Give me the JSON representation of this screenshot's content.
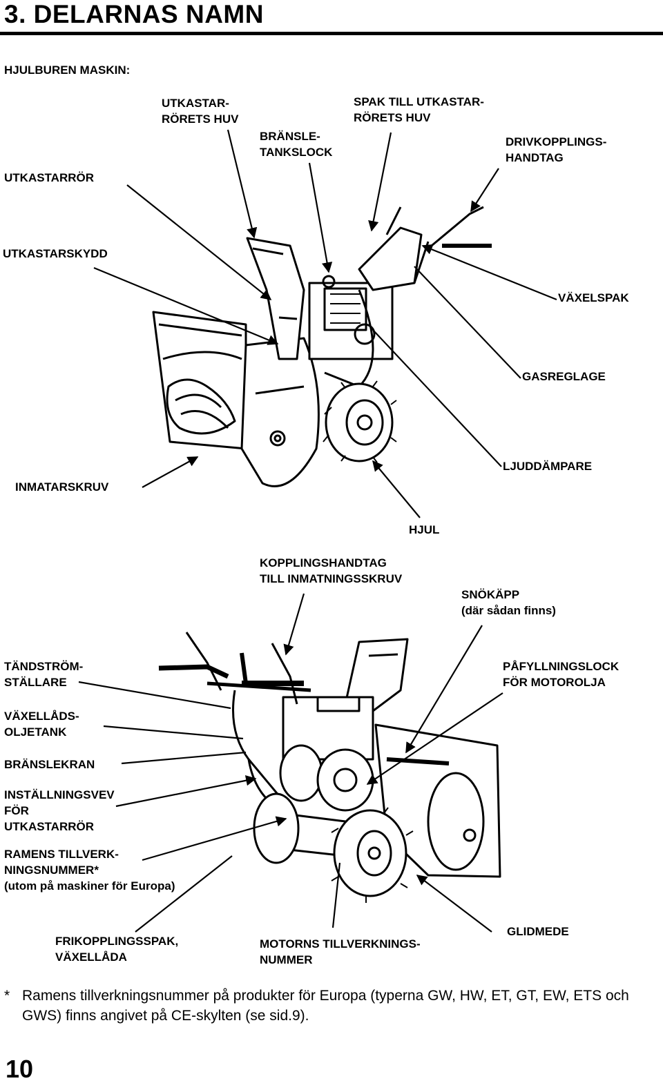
{
  "heading": "3. DELARNAS NAMN",
  "section_wheeled": "HJULBUREN MASKIN:",
  "labels_top": {
    "utkastarror": "UTKASTARRÖR",
    "huv_1": "UTKASTAR-",
    "huv_2": "RÖRETS HUV",
    "bransle_1": "BRÄNSLE-",
    "bransle_2": "TANKSLOCK",
    "spak_1": "SPAK TILL UTKASTAR-",
    "spak_2": "RÖRETS HUV",
    "driv_1": "DRIVKOPPLINGS-",
    "driv_2": "HANDTAG",
    "utkastarskydd": "UTKASTARSKYDD",
    "vaxelspak": "VÄXELSPAK",
    "gasreglage": "GASREGLAGE",
    "ljuddampare": "LJUDDÄMPARE",
    "inmatarskruv": "INMATARSKRUV",
    "hjul": "HJUL"
  },
  "labels_bottom": {
    "koppl_1": "KOPPLINGSHANDTAG",
    "koppl_2": "TILL INMATNINGSSKRUV",
    "snokapp_1": "SNÖKÄPP",
    "snokapp_2": "(där sådan finns)",
    "tand_1": "TÄNDSTRÖM-",
    "tand_2": "STÄLLARE",
    "pafyll_1": "PÅFYLLNINGSLOCK",
    "pafyll_2": "FÖR MOTOROLJA",
    "vaxellads_1": "VÄXELLÅDS-",
    "vaxellads_2": "OLJETANK",
    "branslekran": "BRÄNSLEKRAN",
    "instvev_1": "INSTÄLLNINGSVEV",
    "instvev_2": "FÖR",
    "instvev_3": "UTKASTARRÖR",
    "ramens_1": "RAMENS TILLVERK-",
    "ramens_2": "NINGSNUMMER*",
    "ramens_3": "(utom på maskiner för Europa)",
    "frikoppl_1": "FRIKOPPLINGSSPAK,",
    "frikoppl_2": "VÄXELLÅDA",
    "motorns_1": "MOTORNS TILLVERKNINGS-",
    "motorns_2": "NUMMER",
    "glidmede": "GLIDMEDE"
  },
  "footnote_marker": "*",
  "footnote": "Ramens tillverkningsnummer på produkter för Europa (typerna GW, HW, ET, GT, EW, ETS och GWS) finns angivet på CE-skylten (se sid.9).",
  "page_number": "10",
  "colors": {
    "ink": "#000000",
    "paper": "#ffffff"
  }
}
